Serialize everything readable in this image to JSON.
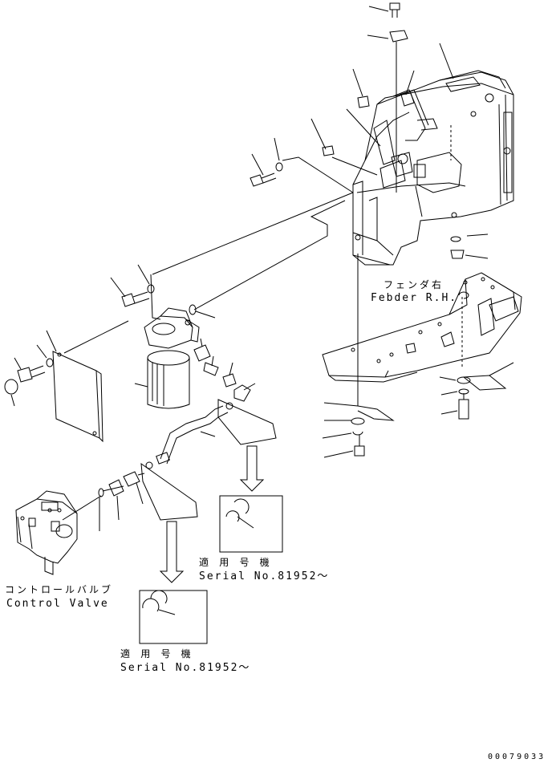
{
  "labels": {
    "fender_jp": "フェンダ右",
    "fender_en": "Febder R.H.",
    "control_valve_jp": "コントロールバルブ",
    "control_valve_en": "Control Valve",
    "serial_a_jp": "適 用 号 機",
    "serial_a_en": "Serial No.81952～",
    "serial_b_jp": "適 用 号 機",
    "serial_b_en": "Serial No.81952～",
    "drawing_code": "00079033"
  }
}
